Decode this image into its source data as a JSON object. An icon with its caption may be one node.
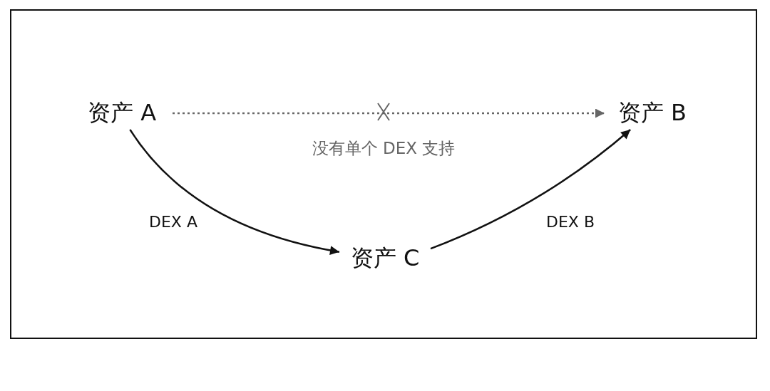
{
  "diagram": {
    "nodes": [
      {
        "text": [
          "资产 A"
        ]
      },
      {
        "text": [
          "资产 B"
        ]
      },
      {
        "text": [
          "资产 C"
        ]
      }
    ],
    "edges": [
      {
        "from": 0,
        "to": 1,
        "arrow": "to",
        "label": "没有单个 DEX 支持",
        "style": "dashed",
        "color": "#666666"
      },
      {
        "from": 0,
        "to": 2,
        "arrow": "to",
        "label": "DEX A"
      },
      {
        "from": 2,
        "to": 1,
        "arrow": "to",
        "label": "DEX B"
      }
    ]
  }
}
